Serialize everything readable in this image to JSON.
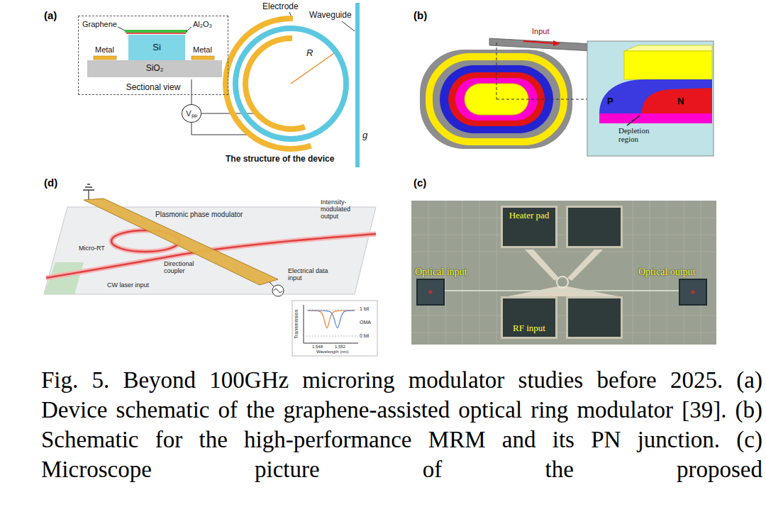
{
  "diagram": {
    "caption": "Fig. 5. Beyond 100GHz microring modulator studies before 2025. (a) Device schematic of the graphene-assisted optical ring modulator [39]. (b) Schematic for the high-performance MRM and its PN junction. (c) Microscope picture of the proposed",
    "nodes": [
      {
        "text": [
          "Sectional view"
        ]
      },
      {
        "text": [
          "Si"
        ],
        "in": 0
      },
      {
        "text": [
          "SiO₂"
        ],
        "in": 0
      },
      {
        "text": [
          "Vₚₚ"
        ]
      },
      {
        "text": [
          "Heater pad"
        ]
      },
      {
        "text": [
          "RF input"
        ]
      }
    ],
    "labels": [
      "(a)",
      "Graphene",
      "Al₂O₃",
      "Metal",
      "Metal",
      "Electrode",
      "Waveguide",
      "R",
      "g",
      "The structure of the device",
      "(b)",
      "Input",
      "P",
      "N",
      "Depletion region",
      "(d)",
      "Plasmonic phase modulator",
      "Intensity-modulated output",
      "Micro-RT",
      "Directional coupler",
      "CW laser input",
      "Electrical data input",
      "Transmission",
      "1 bit",
      "OMA",
      "0 bit",
      "1,548",
      "1,552",
      "Wavelength (nm)",
      "(c)",
      "Optical input",
      "Optical output"
    ]
  }
}
